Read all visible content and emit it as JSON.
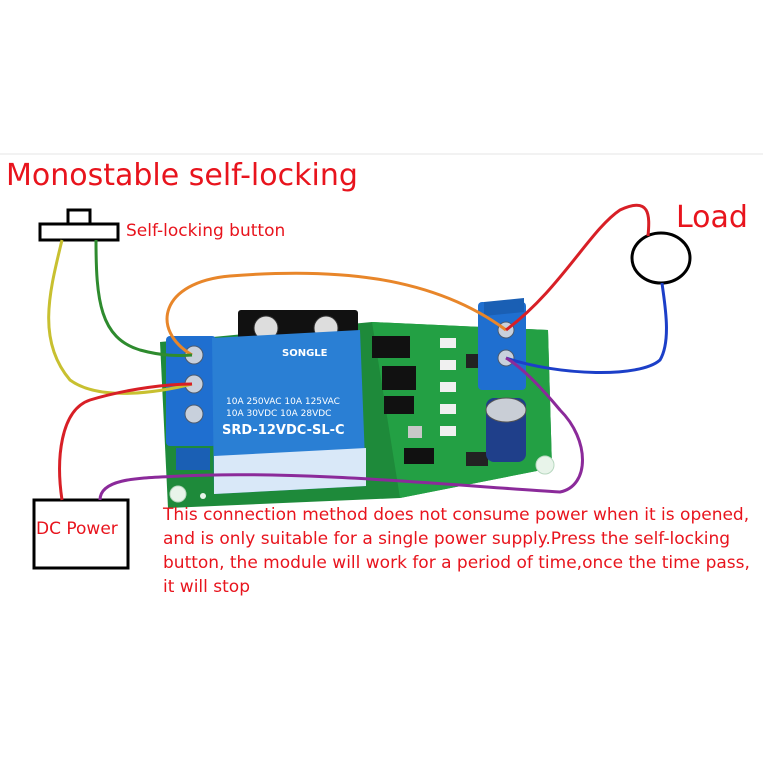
{
  "title": "Monostable self-locking",
  "button_label": "Self-locking button",
  "load_label": "Load",
  "dc_power_label": "DC Power",
  "description_lines": [
    "This connection method does not consume power when it is opened,",
    "and is only suitable for a single power supply.Press the self-locking",
    "button, the module will work for a period of time,once the time pass,",
    "it will stop"
  ],
  "relay": {
    "brand": "SONGLE",
    "lines": [
      "10A 250VAC  10A 125VAC",
      "10A 30VDC   10A 28VDC",
      "SRD-12VDC-SL-C"
    ]
  },
  "colors": {
    "label_red": "#e8141d",
    "pcb_green": "#1e8a3a",
    "relay_blue": "#2a7fd4",
    "terminal_blue": "#1f6fd0",
    "wire_orange": "#e8862a",
    "wire_green": "#2e8b2e",
    "wire_olive": "#c8c030",
    "wire_red": "#d81f26",
    "wire_purple": "#8b2a9a",
    "wire_blue": "#1c3fc8"
  }
}
